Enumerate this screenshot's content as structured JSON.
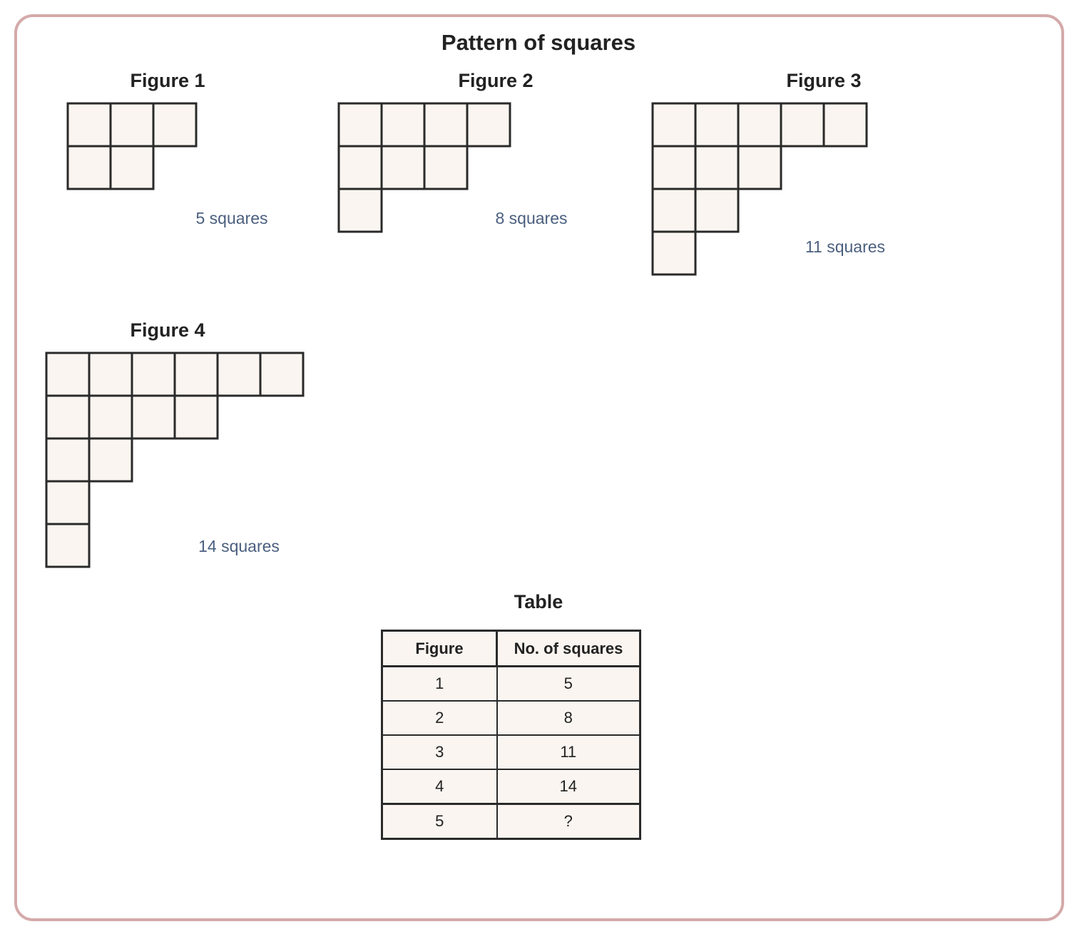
{
  "title": "Pattern of squares",
  "figures": [
    {
      "label": "Figure 1",
      "count_label": "5 squares",
      "rows": [
        3,
        2
      ]
    },
    {
      "label": "Figure 2",
      "count_label": "8 squares",
      "rows": [
        4,
        3,
        1
      ]
    },
    {
      "label": "Figure 3",
      "count_label": "11 squares",
      "rows": [
        5,
        3,
        2,
        1
      ]
    },
    {
      "label": "Figure 4",
      "count_label": "14 squares",
      "rows": [
        6,
        4,
        2,
        1,
        1
      ]
    }
  ],
  "table": {
    "title": "Table",
    "headers": [
      "Figure",
      "No. of squares"
    ],
    "rows": [
      [
        "1",
        "5"
      ],
      [
        "2",
        "8"
      ],
      [
        "3",
        "11"
      ],
      [
        "4",
        "14"
      ],
      [
        "5",
        "?"
      ]
    ]
  },
  "colors": {
    "square_fill": "#faf5f0",
    "square_stroke": "#2a2a2a",
    "frame_border": "#d4aaaa",
    "count_text": "#4a5f7e"
  }
}
